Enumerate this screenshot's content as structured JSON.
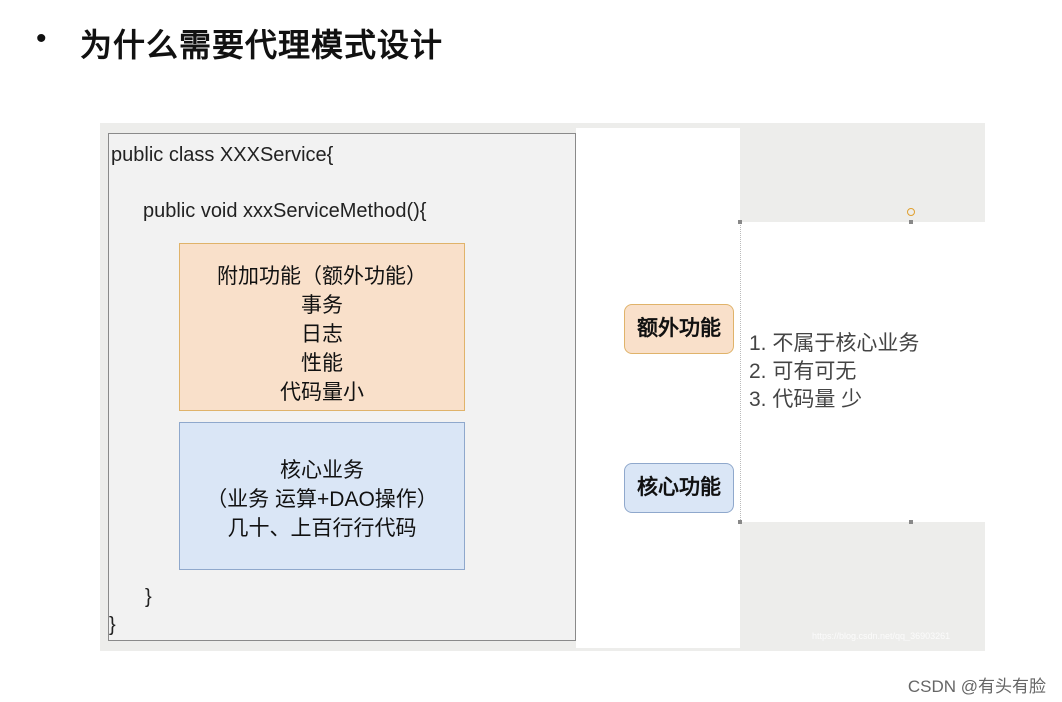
{
  "slide": {
    "bullet": "•",
    "title": "为什么需要代理模式设计"
  },
  "diagram": {
    "code_lines": [
      "public class XXXService{",
      "public void xxxServiceMethod(){",
      "}",
      "}"
    ],
    "extra_box": [
      "附加功能（额外功能）",
      "事务",
      "日志",
      "性能",
      "代码量小"
    ],
    "core_box": [
      "核心业务",
      "（业务 运算+DAO操作）",
      "几十、上百行行代码"
    ],
    "tags": {
      "extra": "额外功能",
      "core": "核心功能"
    },
    "points": [
      "1. 不属于核心业务",
      "2. 可有可无",
      "3. 代码量 少"
    ],
    "watermark": "https://blog.csdn.net/qq_36903261",
    "colors": {
      "extra_fill": "#f9e0ca",
      "extra_border": "#e0b36a",
      "core_fill": "#dae6f6",
      "core_border": "#8fa8cc"
    }
  },
  "footer": "CSDN @有头有脸"
}
